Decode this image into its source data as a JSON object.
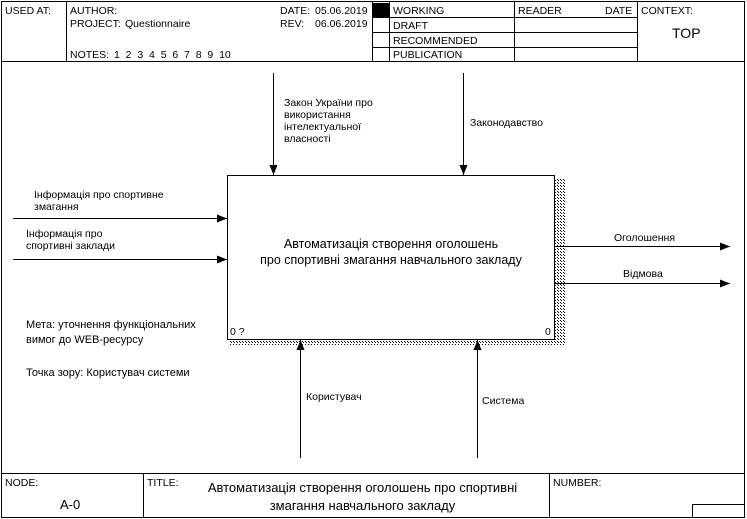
{
  "header": {
    "used_at_label": "USED AT:",
    "author_label": "AUTHOR:",
    "project_label": "PROJECT:",
    "project_value": "Questionnaire",
    "notes_label": "NOTES:",
    "notes_numbers": "1  2  3  4  5  6  7  8  9  10",
    "date_label": "DATE:",
    "date_value": "05.06.2019",
    "rev_label": "REV:",
    "rev_value": "06.06.2019",
    "status": [
      "WORKING",
      "DRAFT",
      "RECOMMENDED",
      "PUBLICATION"
    ],
    "reader_label": "READER",
    "reader_date_label": "DATE",
    "context_label": "CONTEXT:",
    "context_value": "TOP"
  },
  "diagram": {
    "box_title": "Автоматизація створення оголошень\nпро спортивні змагання навчального закладу",
    "box_corner_left": "0 ?",
    "box_corner_right": "0",
    "inputs": [
      "Інформація про спортивне\nзмагання",
      "Інформація про\nспортивні заклади"
    ],
    "controls": [
      "Закон України про\nвикористання\nінтелектуальної\nвласності",
      "Законодавство"
    ],
    "outputs": [
      "Оголошення",
      "Відмова"
    ],
    "mechanisms": [
      "Користувач",
      "Система"
    ],
    "purpose": "Мета: уточнення функціональних\nвимог до WEB-ресурсу",
    "viewpoint": "Точка зору: Користувач системи"
  },
  "footer": {
    "node_label": "NODE:",
    "node_value": "A-0",
    "title_label": "TITLE:",
    "title_value": "Автоматизація створення оголошень  про спортивні\nзмагання навчального закладу",
    "number_label": "NUMBER:"
  }
}
